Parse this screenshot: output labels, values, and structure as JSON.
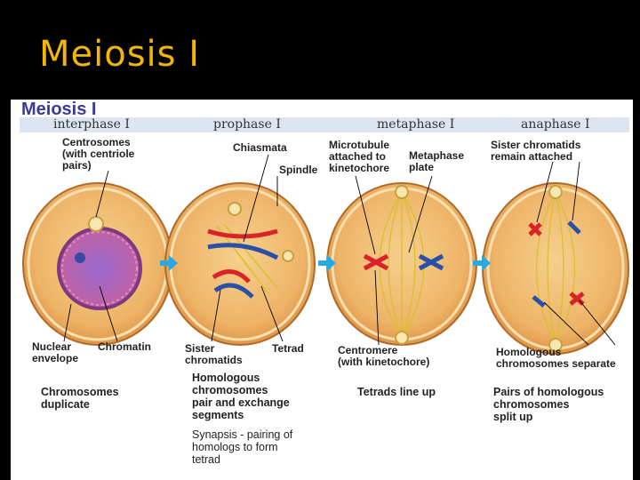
{
  "slide": {
    "title": "Meiosis I"
  },
  "diagram": {
    "title": "Meiosis I",
    "stages": [
      "interphase I",
      "prophase I",
      "metaphase I",
      "anaphase I"
    ],
    "labels": {
      "centrosomes": "Centrosomes\n(with centriole\npairs)",
      "chiasmata": "Chiasmata",
      "spindle": "Spindle",
      "microtubule": "Microtubule\nattached to\nkinetochore",
      "metaphase_plate": "Metaphase\nplate",
      "sister_attached": "Sister chromatids\nremain attached",
      "nuclear_envelope": "Nuclear\nenvelope",
      "chromatin": "Chromatin",
      "sister_chromatids": "Sister\nchromatids",
      "tetrad": "Tetrad",
      "centromere": "Centromere\n(with kinetochore)",
      "homologous_separate": "Homologous\nchromosomes separate"
    },
    "captions": {
      "interphase": "Chromosomes\nduplicate",
      "prophase": "Homologous\nchromosomes\npair and exchange\nsegments",
      "metaphase": "Tetrads line up",
      "anaphase": "Pairs of homologous\nchromosomes\nsplit up"
    },
    "note": "Synapsis - pairing of\nhomologs to form\ntetrad"
  },
  "colors": {
    "title": "#f2b705",
    "cell_outer": "#e2a357",
    "cell_inner": "#f0c27a",
    "nucleus": "#c05aa0",
    "chrom_red": "#d8232a",
    "chrom_blue": "#2850a8",
    "arrow": "#2aa8e0",
    "spindle": "#d8c030"
  }
}
